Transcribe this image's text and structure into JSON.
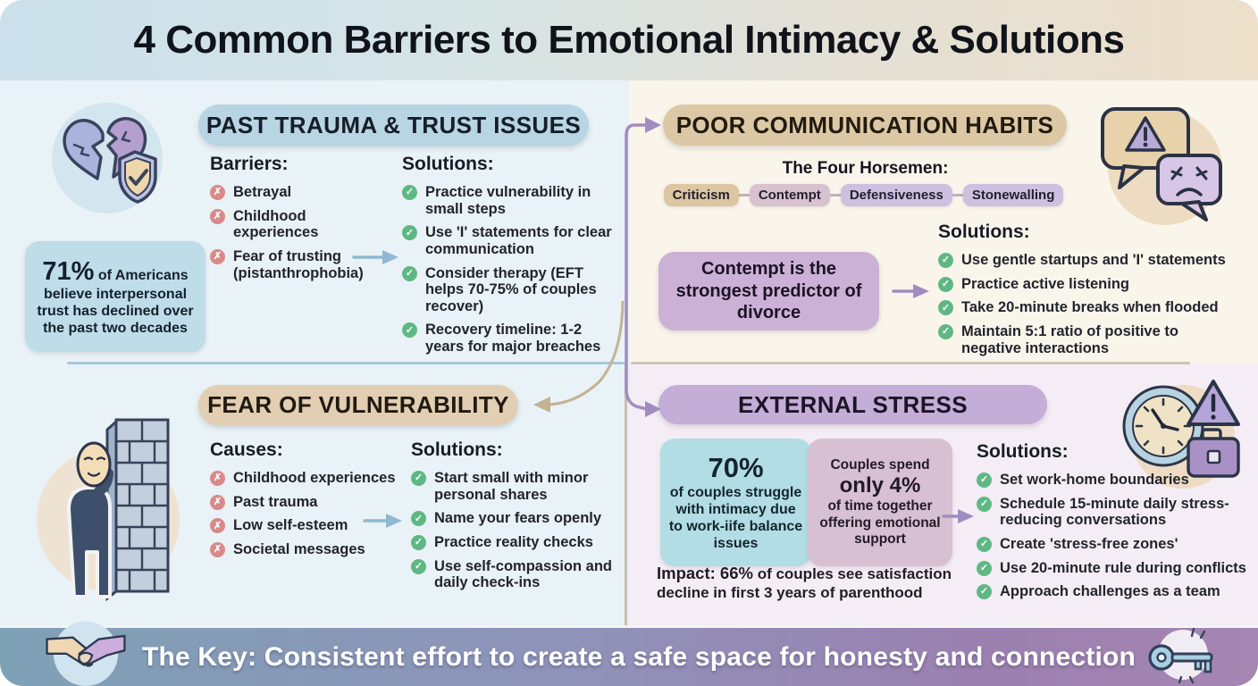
{
  "title": "4 Common Barriers to Emotional Intimacy & Solutions",
  "bullets": {
    "barrier": "✗",
    "solution": "✓"
  },
  "colors": {
    "blue_pill": "#b7d5e3",
    "tan_pill": "#dcc8a4",
    "purple_pill": "#c4add7",
    "stat_blue_box": "#bedde9",
    "teal_box": "#b2dde5",
    "pink_box": "#d6c0d2",
    "callout_box": "#cbb1d5",
    "bullet_red": "#d98989",
    "bullet_green": "#5fb884",
    "arrow_blue": "#8fb9d2",
    "arrow_purple": "#a18cc2",
    "arrow_tan": "#c3b294",
    "footer_left": "#7ea1b6",
    "footer_right": "#a585b2"
  },
  "icons": {
    "broken_heart_shield": "broken-heart-with-shield",
    "speech_bubbles": "conflict-speech-bubbles",
    "mask_wall": "person-with-mask-behind-brick-wall",
    "clock_briefcase": "clock-warning-briefcase",
    "handshake": "handshake",
    "key": "key"
  },
  "quadrants": {
    "past_trauma": {
      "header": "PAST TRAUMA & TRUST ISSUES",
      "stat_value": "71%",
      "stat_text": " of Americans believe interpersonal trust has declined over the past two decades",
      "barriers_label": "Barriers:",
      "barriers": [
        "Betrayal",
        "Childhood experiences",
        "Fear of trusting (pistanthrophobia)"
      ],
      "solutions_label": "Solutions:",
      "solutions": [
        "Practice vulnerability in small steps",
        "Use 'I' statements for clear communication",
        "Consider therapy (EFT helps 70-75% of couples recover)",
        "Recovery timeline: 1-2 years for major breaches"
      ]
    },
    "poor_communication": {
      "header": "POOR COMMUNICATION HABITS",
      "horsemen_label": "The Four Horsemen:",
      "horsemen": [
        "Criticism",
        "Contempt",
        "Defensiveness",
        "Stonewalling"
      ],
      "callout": "Contempt is the strongest predictor of divorce",
      "solutions_label": "Solutions:",
      "solutions": [
        "Use gentle startups and 'I' statements",
        "Practice active listening",
        "Take 20-minute breaks when flooded",
        "Maintain 5:1 ratio of positive to negative interactions"
      ]
    },
    "fear_of_vulnerability": {
      "header": "FEAR OF VULNERABILITY",
      "causes_label": "Causes:",
      "causes": [
        "Childhood experiences",
        "Past trauma",
        "Low self-esteem",
        "Societal messages"
      ],
      "solutions_label": "Solutions:",
      "solutions": [
        "Start small with minor personal shares",
        "Name your fears openly",
        "Practice reality checks",
        "Use self-compassion and daily check-ins"
      ]
    },
    "external_stress": {
      "header": "EXTERNAL STRESS",
      "stat1_value": "70%",
      "stat1_text": "of couples struggle with intimacy due to work-iife balance issues",
      "stat2_pre": "Couples spend",
      "stat2_value": "only 4%",
      "stat2_text": "of time together offering emotional support",
      "impact_bold": "Impact: 66%",
      "impact_text": " of couples see satisfaction decline in first 3 years of parenthood",
      "solutions_label": "Solutions:",
      "solutions": [
        "Set work-home boundaries",
        "Schedule 15-minute daily stress-reducing conversations",
        "Create 'stress-free zones'",
        "Use 20-minute rule during conflicts",
        "Approach challenges as a team"
      ]
    }
  },
  "footer": {
    "text": "The Key: Consistent effort to create a safe space for honesty and connection"
  }
}
